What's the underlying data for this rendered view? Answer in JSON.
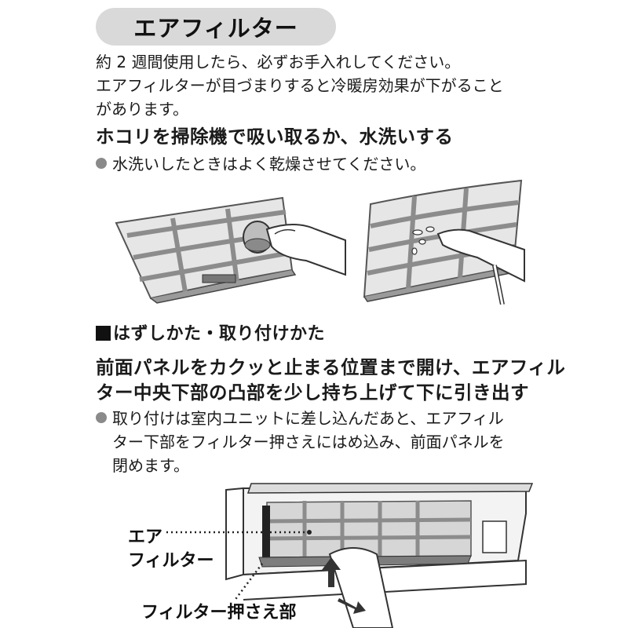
{
  "title": "エアフィルター",
  "intro": {
    "line1": "約 2 週間使用したら、必ずお手入れしてください。",
    "line2": "エアフィルターが目づまりすると冷暖房効果が下がること",
    "line3": "があります。"
  },
  "cleaning": {
    "heading": "ホコリを掃除機で吸い取るか、水洗いする",
    "note": "水洗いしたときはよく乾燥させてください。"
  },
  "removal": {
    "section_title": "はずしかた・取り付けかた",
    "step_line1": "前面パネルをカクッと止まる位置まで開け、エアフィル",
    "step_line2": "ター中央下部の凸部を少し持ち上げて下に引き出す",
    "note_line1": "取り付けは室内ユニットに差し込んだあと、エアフィル",
    "note_line2": "ター下部をフィルター押さえにはめ込み、前面パネルを",
    "note_line3": "閉めます。"
  },
  "diagram_labels": {
    "air_filter_line1": "エア",
    "air_filter_line2": "フィルター",
    "filter_holder": "フィルター押さえ部"
  },
  "colors": {
    "pill_bg": "#d9d9d9",
    "filter_frame": "#8c8c8c",
    "mesh": "#cfcfcf",
    "dark": "#333333"
  }
}
